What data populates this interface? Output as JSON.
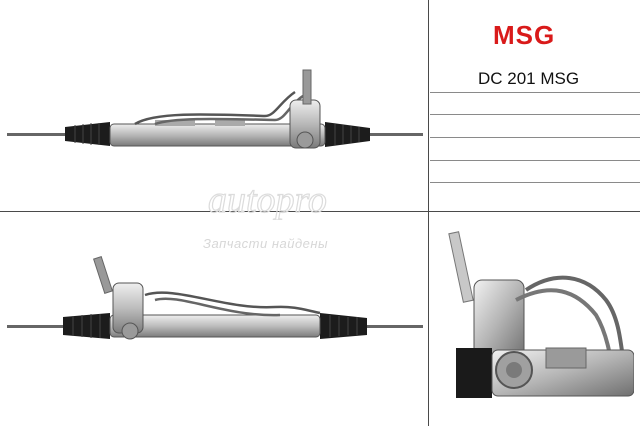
{
  "brand": {
    "logo_text": "MSG",
    "logo_color": "#d91a1a"
  },
  "product": {
    "part_code": "DC 201 MSG"
  },
  "watermark": {
    "logo_text": "autopro",
    "slogan": "Запчасти найдены"
  },
  "icons": [
    "msg-logo",
    "steering-rack-image"
  ]
}
